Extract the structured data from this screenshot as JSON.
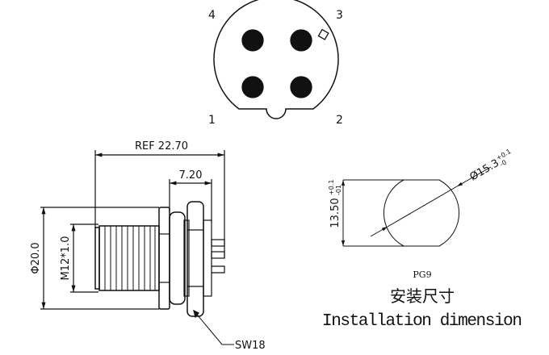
{
  "pin_view": {
    "pins": [
      "1",
      "2",
      "3",
      "4"
    ]
  },
  "side_view": {
    "ref_length": "REF 22.70",
    "nut_length": "7.20",
    "outer_diameter": "Φ20.0",
    "thread": "M12*1.0",
    "wrench_size": "SW18"
  },
  "installation": {
    "flat_width_main": "13.50",
    "flat_width_tol_plus": "+0.1",
    "flat_width_tol_minus": "-01",
    "diameter_main": "Ø15.3",
    "diameter_tol_plus": "+0.1",
    "diameter_tol_minus": "-0",
    "type": "PG9",
    "title_cn": "安装尺寸",
    "title_en": "Installation dimension"
  }
}
